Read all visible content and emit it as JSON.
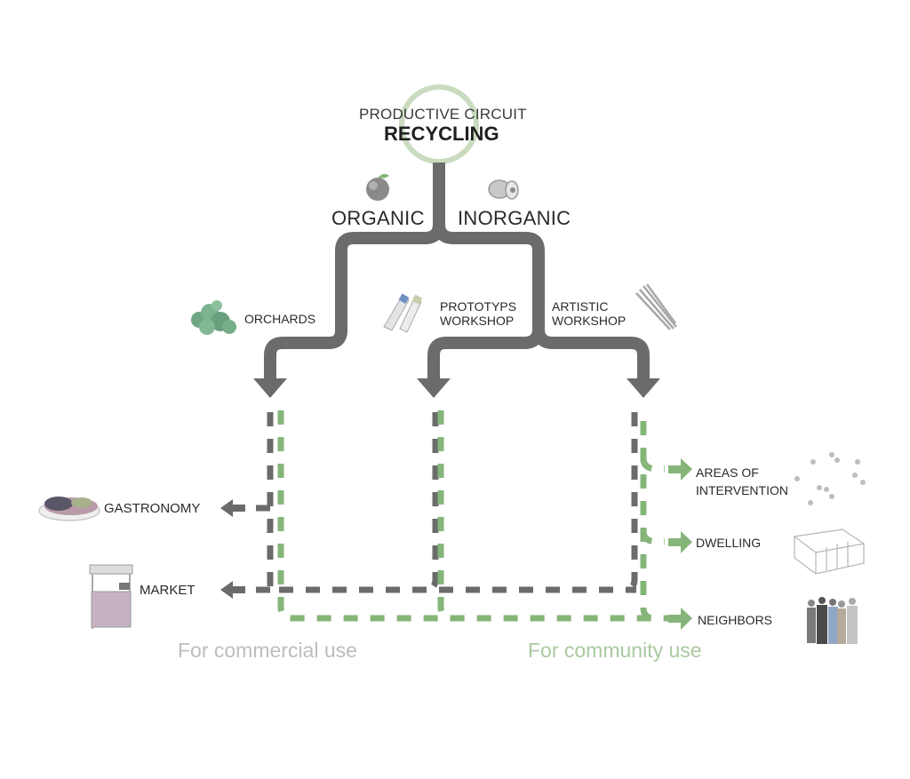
{
  "title": {
    "subtitle": "PRODUCTIVE CIRCUIT",
    "main": "RECYCLING"
  },
  "branches": {
    "organic": {
      "label": "ORGANIC",
      "icon": "apple-icon"
    },
    "inorganic": {
      "label": "INORGANIC",
      "icon": "can-icon"
    }
  },
  "workshops": [
    {
      "line1": "ORCHARDS",
      "line2": "",
      "icon": "plant-icon"
    },
    {
      "line1": "PROTOTYPS",
      "line2": "WORKSHOP",
      "icon": "paint-tubes-icon"
    },
    {
      "line1": "ARTISTIC",
      "line2": "WORKSHOP",
      "icon": "brushes-icon"
    }
  ],
  "commercial_outputs": [
    {
      "label": "GASTRONOMY",
      "icon": "food-plate-icon"
    },
    {
      "label": "MARKET",
      "icon": "market-stall-icon"
    }
  ],
  "community_outputs": [
    {
      "label_line1": "AREAS OF",
      "label_line2": "INTERVENTION",
      "icon": "scattered-dots-icon"
    },
    {
      "label_line1": "DWELLING",
      "label_line2": "",
      "icon": "house-sketch-icon"
    },
    {
      "label_line1": "NEIGHBORS",
      "label_line2": "",
      "icon": "people-group-icon"
    }
  ],
  "footer": {
    "commercial": "For commercial use",
    "community": "For community use"
  },
  "colors": {
    "main_flow": "#6b6b6b",
    "commercial_dash": "#6b6b6b",
    "community_dash": "#86b57a",
    "ring": "#c9dcc0",
    "footer_commercial": "#bdbdbd",
    "footer_community": "#a9c9a0"
  }
}
